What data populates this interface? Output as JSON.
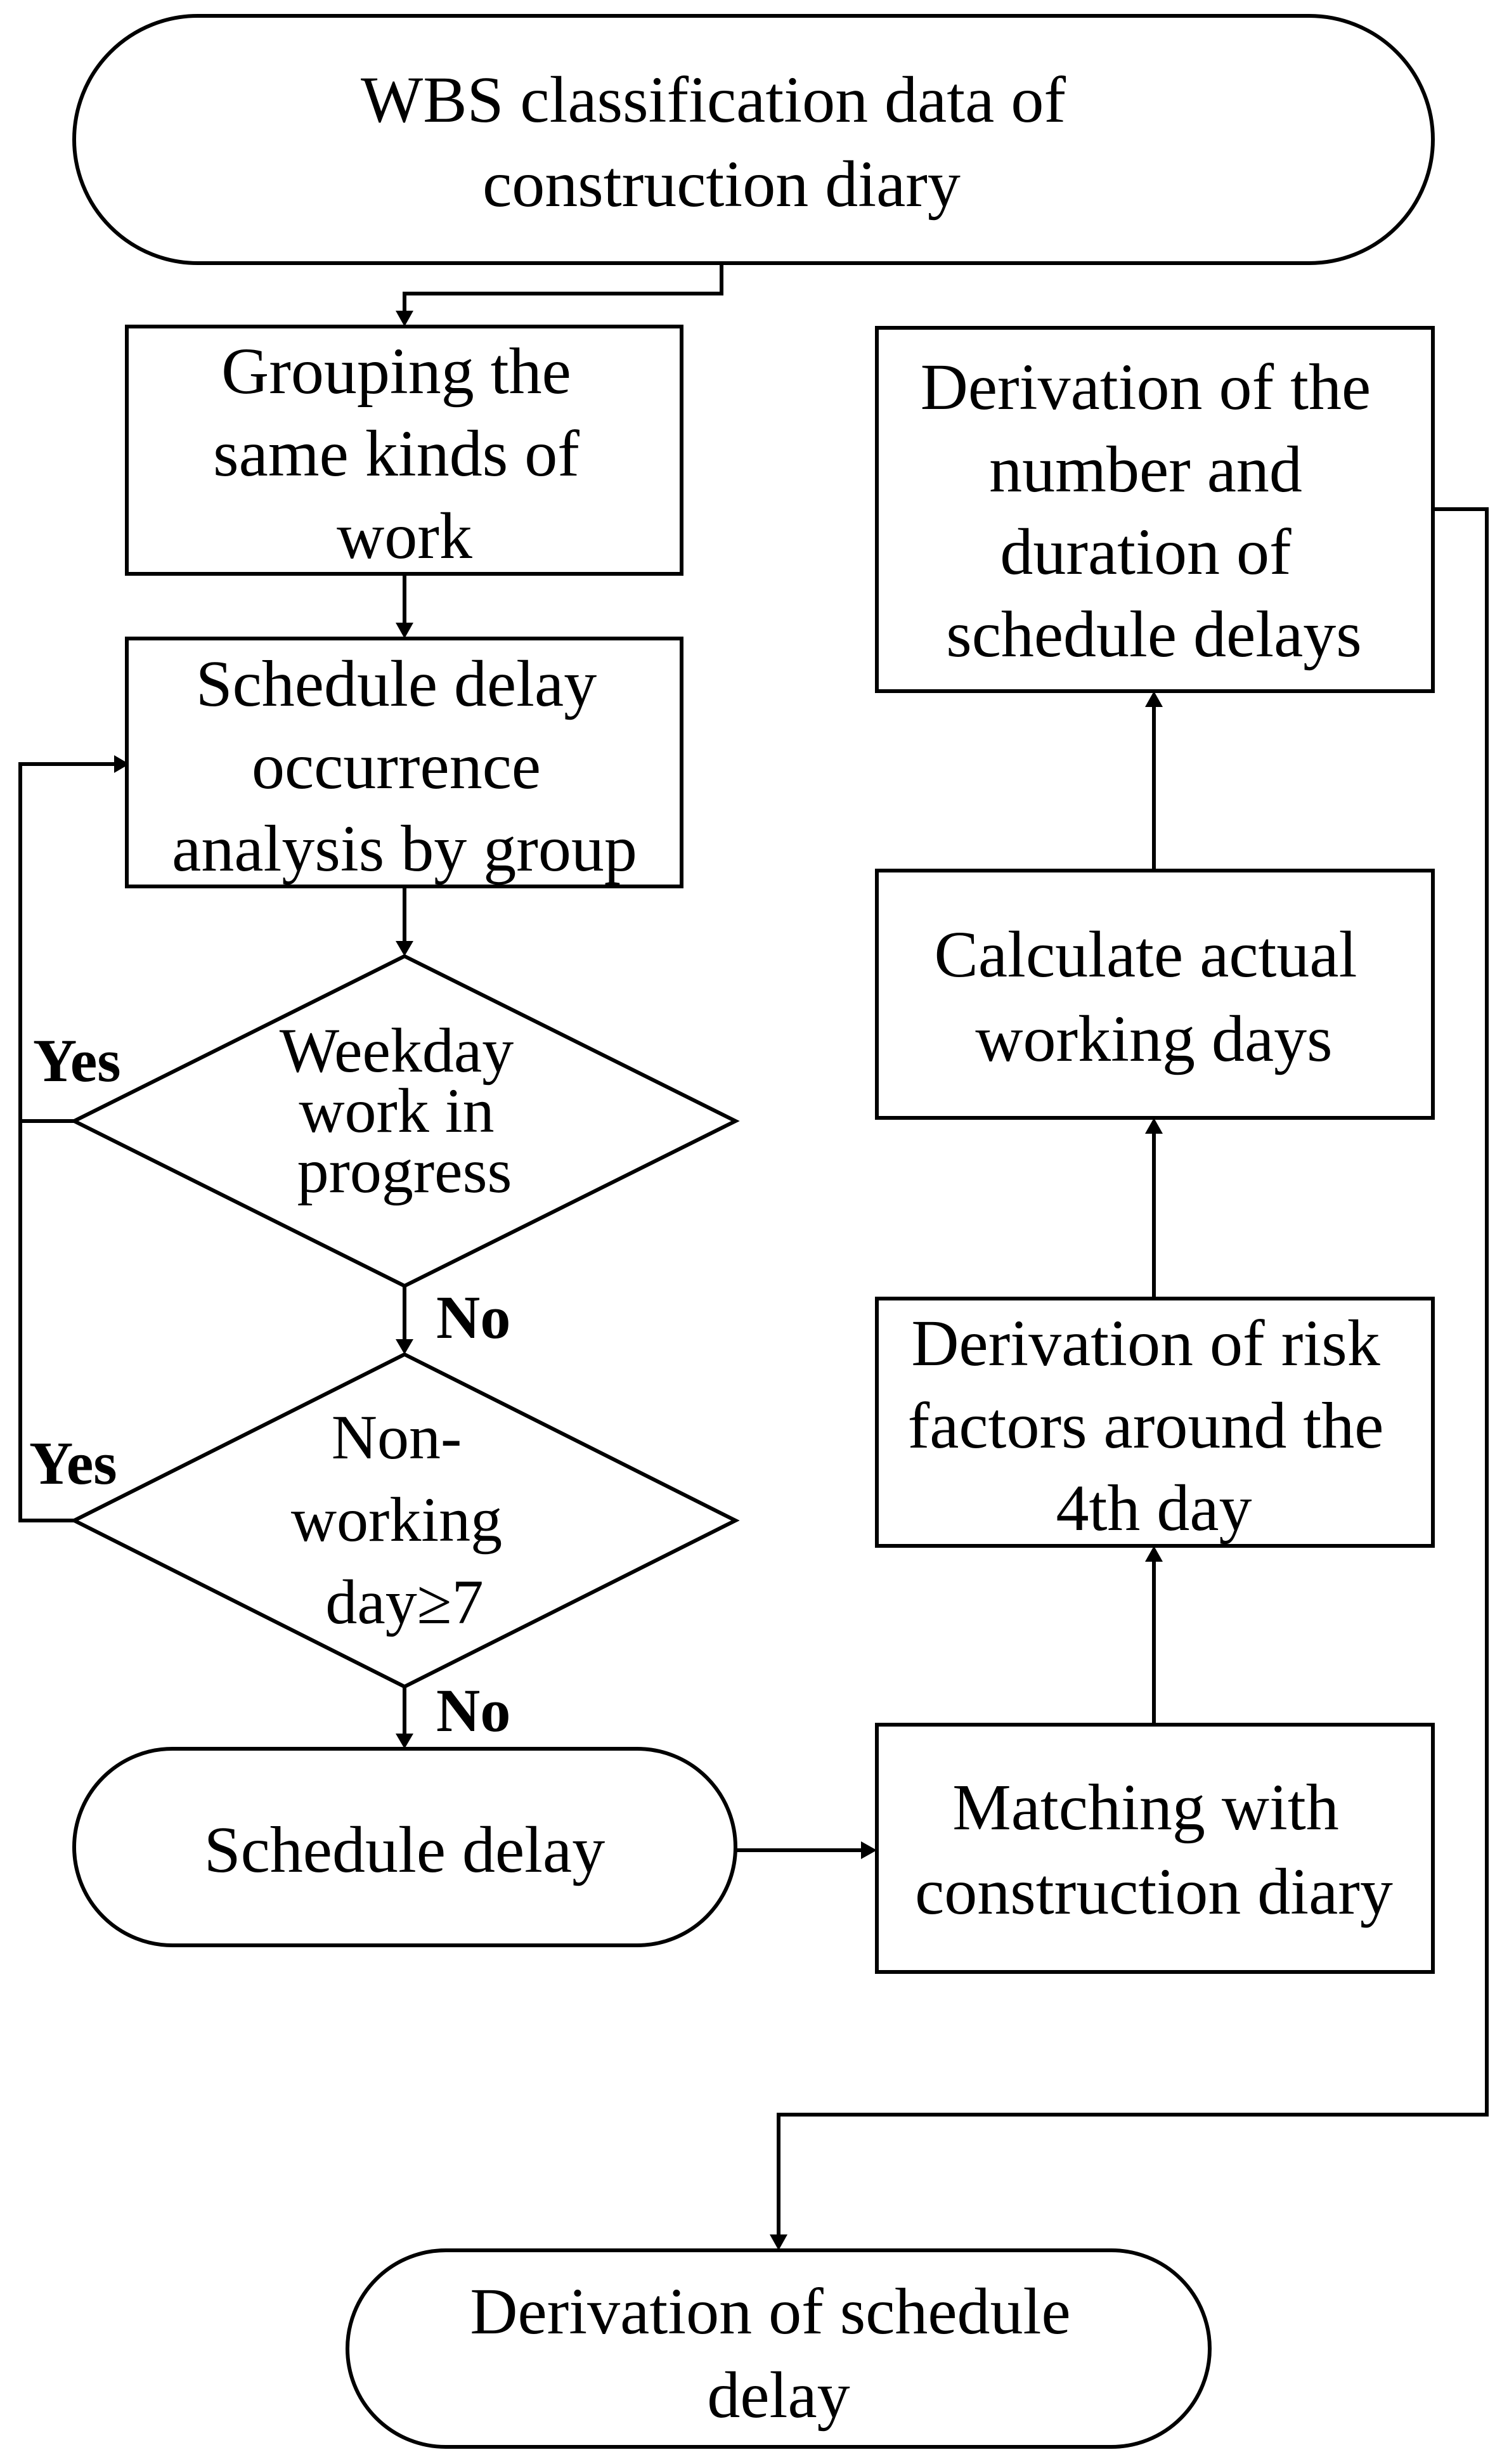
{
  "nodes": {
    "start": {
      "lines": [
        "WBS classification data of",
        "construction diary"
      ]
    },
    "grouping": {
      "lines": [
        "Grouping the",
        "same kinds of",
        "work"
      ]
    },
    "analysis": {
      "lines": [
        "Schedule delay",
        "occurrence",
        "analysis by group"
      ]
    },
    "weekday": {
      "lines": [
        "Weekday",
        "work in",
        "progress"
      ]
    },
    "nonworking": {
      "lines": [
        "Non-",
        "working",
        "day≥7"
      ]
    },
    "schedule_delay": {
      "lines": [
        "Schedule delay"
      ]
    },
    "matching": {
      "lines": [
        "Matching with",
        "construction diary"
      ]
    },
    "risk": {
      "lines": [
        "Derivation of risk",
        "factors around the",
        "4th day"
      ]
    },
    "calc": {
      "lines": [
        "Calculate actual",
        "working days"
      ]
    },
    "derivation_number": {
      "lines": [
        "Derivation of the",
        "number and",
        "duration of",
        "schedule delays"
      ]
    },
    "end": {
      "lines": [
        "Derivation of schedule",
        "delay"
      ]
    }
  },
  "edge_labels": {
    "weekday_yes": "Yes",
    "weekday_no": "No",
    "nonworking_yes": "Yes",
    "nonworking_no": "No"
  }
}
